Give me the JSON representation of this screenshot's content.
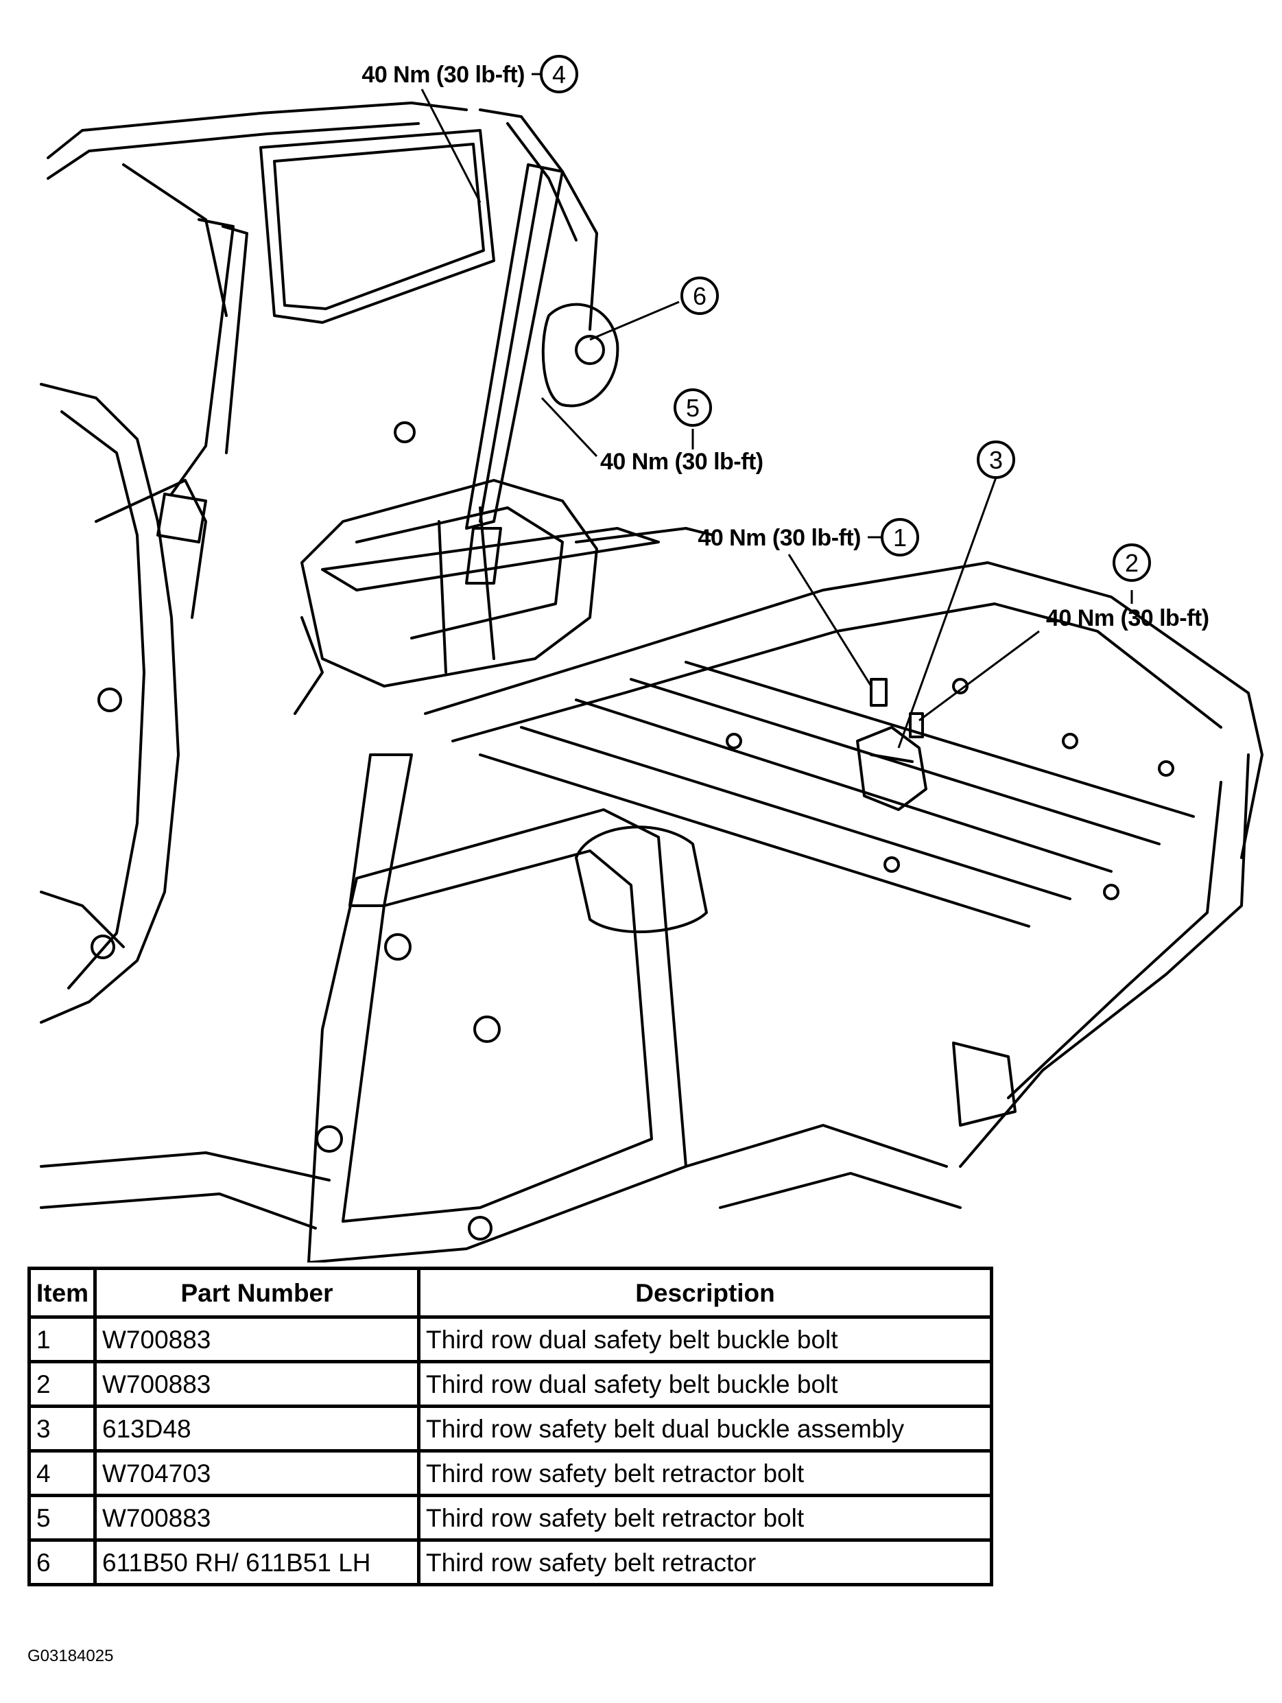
{
  "callouts": [
    {
      "number": "1",
      "torque": "40 Nm (30 lb-ft)"
    },
    {
      "number": "2",
      "torque": "40 Nm (30 lb-ft)"
    },
    {
      "number": "3"
    },
    {
      "number": "4",
      "torque": "40 Nm (30 lb-ft)"
    },
    {
      "number": "5",
      "torque": "40 Nm (30 lb-ft)"
    },
    {
      "number": "6"
    }
  ],
  "table": {
    "headers": [
      "Item",
      "Part Number",
      "Description"
    ],
    "rows": [
      [
        "1",
        "W700883",
        "Third row dual safety belt buckle bolt"
      ],
      [
        "2",
        "W700883",
        "Third row dual safety belt buckle bolt"
      ],
      [
        "3",
        "613D48",
        "Third row safety belt dual buckle assembly"
      ],
      [
        "4",
        "W704703",
        "Third row safety belt retractor bolt"
      ],
      [
        "5",
        "W700883",
        "Third row safety belt retractor bolt"
      ],
      [
        "6",
        "611B50 RH/ 611B51 LH",
        "Third row safety belt retractor"
      ]
    ]
  },
  "figure_id": "G03184025"
}
